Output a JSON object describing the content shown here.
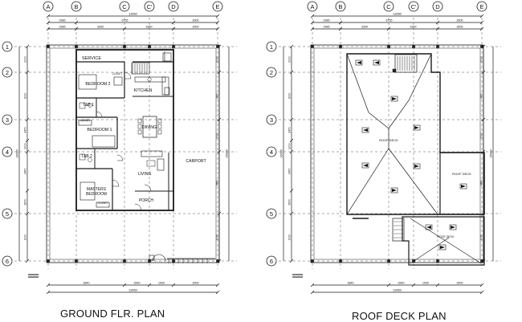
{
  "grid": {
    "columns": [
      "A",
      "B",
      "C",
      "C'",
      "D",
      "E"
    ],
    "rows": [
      "1",
      "2",
      "3",
      "4",
      "5",
      "6"
    ]
  },
  "ground_plan": {
    "caption": "GROUND FLR. PLAN",
    "overall_top": "11660",
    "overall_bottom": "11660",
    "overall_left": "16000",
    "overall_right": "16000",
    "top_segments": [
      "2985",
      "6755",
      "3000"
    ],
    "top_segments_2": [
      "2985",
      "3300",
      "3300",
      "3000"
    ],
    "bottom_segments": [
      "3840",
      "2640",
      "1500",
      "3000"
    ],
    "left_segments": [
      "2000",
      "3000",
      "3470",
      "2000",
      "3470",
      "3970",
      "2000"
    ],
    "right_segments": [
      "2000",
      "3470",
      "2000",
      "4450",
      "3070"
    ],
    "rooms": {
      "service": "SERVICE",
      "bedroom2": "BEDROOM 2",
      "kitchen": "KITCHEN",
      "tb1": "T&B 1",
      "bedroom1": "BEDROOM 1",
      "dining": "DINING",
      "tb2": "T&B 2",
      "living": "LIVING",
      "master1": "MASTERS",
      "master2": "BEDROOM",
      "porch": "PORCH",
      "carport": "CARPORT",
      "closet1": "CLOSET",
      "closet2": "CLOSET",
      "closet3": "CLOSET"
    }
  },
  "roof_plan": {
    "caption": "ROOF DECK PLAN",
    "overall_top": "11660",
    "overall_bottom": "11660",
    "overall_left": "16000",
    "overall_right": "16000",
    "top_segments": [
      "2985",
      "6755",
      "3000"
    ],
    "top_segments_2": [
      "2985",
      "3300",
      "3300",
      "3000"
    ],
    "bottom_segments": [
      "3840",
      "2640",
      "1500",
      "3000"
    ],
    "left_segments": [
      "2000",
      "3000",
      "3470",
      "2000",
      "3470",
      "3970",
      "2000"
    ],
    "right_segments": [
      "2000",
      "3470",
      "2000",
      "4450",
      "3070"
    ],
    "labels": {
      "roofdeck_main": "ROOF DECK",
      "roofdeck_side": "ROOF DECK",
      "roofdeck_bottom": "ROOF DECK"
    }
  },
  "colors": {
    "line": "#1a1a1a",
    "grid": "#555555",
    "background": "#ffffff"
  }
}
